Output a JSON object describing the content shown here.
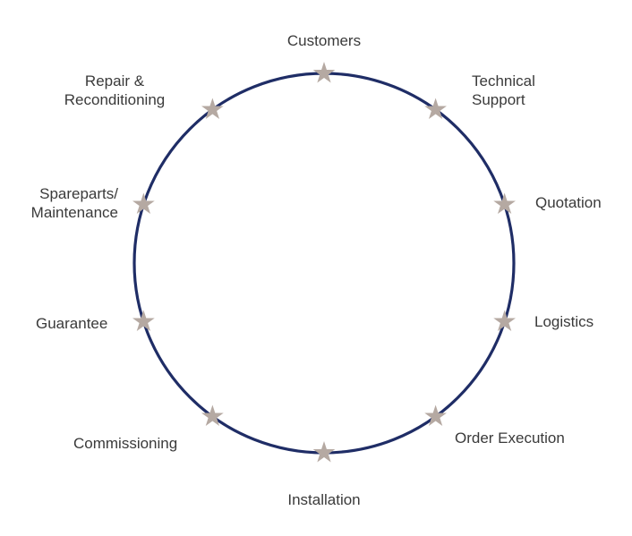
{
  "diagram": {
    "ring_color": "#1f2d66",
    "star_color": "#b5a9a2",
    "stages": [
      {
        "id": "customers",
        "lines": [
          "Customers"
        ]
      },
      {
        "id": "technical-support",
        "lines": [
          "Technical",
          "Support"
        ]
      },
      {
        "id": "quotation",
        "lines": [
          "Quotation"
        ]
      },
      {
        "id": "logistics",
        "lines": [
          "Logistics"
        ]
      },
      {
        "id": "order-execution",
        "lines": [
          "Order Execution"
        ]
      },
      {
        "id": "installation",
        "lines": [
          "Installation"
        ]
      },
      {
        "id": "commissioning",
        "lines": [
          "Commissioning"
        ]
      },
      {
        "id": "guarantee",
        "lines": [
          "Guarantee"
        ]
      },
      {
        "id": "spareparts-maintenance",
        "lines": [
          "Spareparts/",
          "Maintenance"
        ]
      },
      {
        "id": "repair-reconditioning",
        "lines": [
          "Repair &",
          "Reconditioning"
        ]
      }
    ]
  }
}
